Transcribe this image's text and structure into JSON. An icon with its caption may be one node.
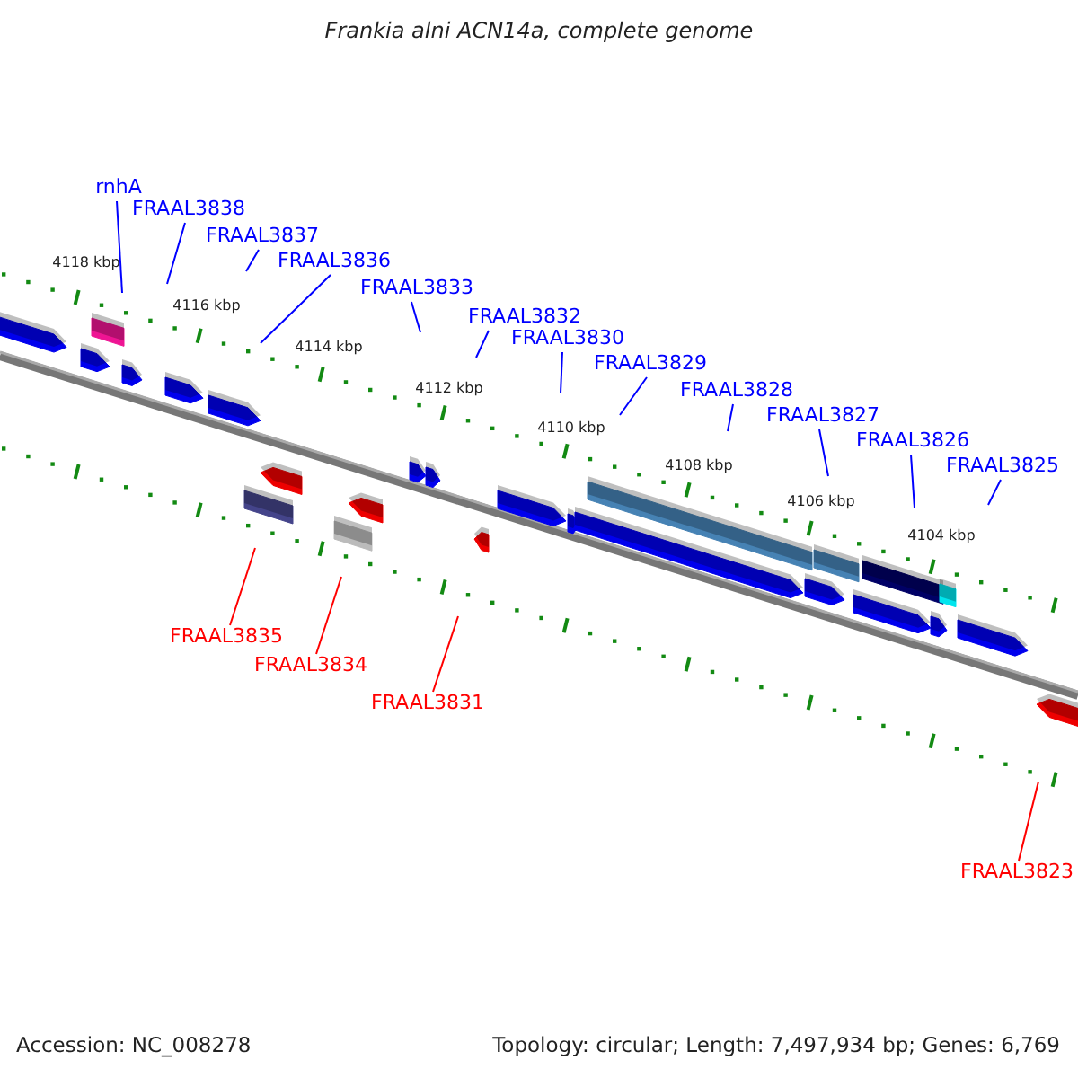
{
  "diagram": {
    "title": "Frankia alni ACN14a, complete genome",
    "nodes": [
      {
        "text": [
          "rnhA"
        ]
      },
      {
        "text": [
          "FRAAL3838"
        ]
      },
      {
        "text": [
          "FRAAL3837"
        ]
      },
      {
        "text": [
          "FRAAL3836"
        ]
      },
      {
        "text": [
          "FRAAL3833"
        ]
      },
      {
        "text": [
          "FRAAL3832"
        ]
      },
      {
        "text": [
          "FRAAL3830"
        ]
      },
      {
        "text": [
          "FRAAL3829"
        ]
      },
      {
        "text": [
          "FRAAL3828"
        ]
      },
      {
        "text": [
          "FRAAL3827"
        ]
      },
      {
        "text": [
          "FRAAL3826"
        ]
      },
      {
        "text": [
          "FRAAL3825"
        ]
      },
      {
        "text": [
          "FRAAL3835"
        ]
      },
      {
        "text": [
          "FRAAL3834"
        ]
      },
      {
        "text": [
          "FRAAL3831"
        ]
      },
      {
        "text": [
          "FRAAL3823"
        ]
      }
    ],
    "edges": [
      {
        "from": 0,
        "to": null,
        "arrow": "none"
      },
      {
        "from": 1,
        "to": null,
        "arrow": "none"
      },
      {
        "from": 2,
        "to": null,
        "arrow": "none"
      },
      {
        "from": 3,
        "to": null,
        "arrow": "none"
      },
      {
        "from": 4,
        "to": null,
        "arrow": "none"
      },
      {
        "from": 5,
        "to": null,
        "arrow": "none"
      },
      {
        "from": 6,
        "to": null,
        "arrow": "none"
      },
      {
        "from": 7,
        "to": null,
        "arrow": "none"
      },
      {
        "from": 8,
        "to": null,
        "arrow": "none"
      },
      {
        "from": 9,
        "to": null,
        "arrow": "none"
      },
      {
        "from": 10,
        "to": null,
        "arrow": "none"
      },
      {
        "from": 11,
        "to": null,
        "arrow": "none"
      },
      {
        "from": 12,
        "to": null,
        "arrow": "none",
        "color": "#ff0000"
      },
      {
        "from": 13,
        "to": null,
        "arrow": "none",
        "color": "#ff0000"
      },
      {
        "from": 14,
        "to": null,
        "arrow": "none",
        "color": "#ff0000"
      },
      {
        "from": 15,
        "to": null,
        "arrow": "none",
        "color": "#ff0000"
      }
    ],
    "labels": [
      "4118 kbp",
      "4116 kbp",
      "4114 kbp",
      "4112 kbp",
      "4110 kbp",
      "4108 kbp",
      "4106 kbp",
      "4104 kbp",
      "Accession: NC_008278",
      "Topology: circular; Length: 7,497,934 bp; Genes: 6,769"
    ]
  }
}
